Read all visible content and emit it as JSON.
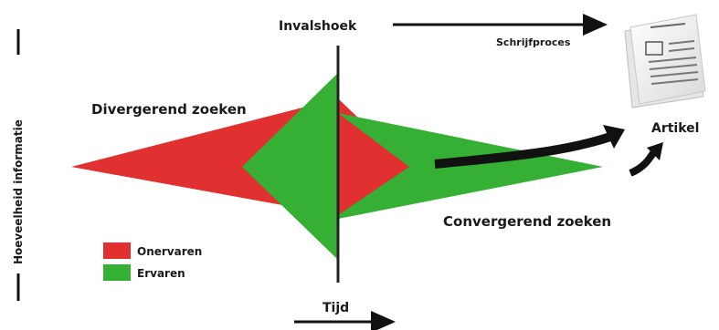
{
  "labels": {
    "invalshoek": "Invalshoek",
    "schrijfproces": "Schrijfproces",
    "divergerend": "Divergerend zoeken",
    "convergerend": "Convergerend zoeken",
    "artikel": "Artikel",
    "tijd": "Tijd",
    "y_axis": "Hoeveelheid informatie"
  },
  "legend": [
    {
      "label": "Onervaren",
      "color": "#e03030"
    },
    {
      "label": "Ervaren",
      "color": "#35b035"
    }
  ],
  "colors": {
    "red": "#e03030",
    "green": "#35b035",
    "arrow": "#111111"
  },
  "icons": {
    "document": "document-icon"
  }
}
